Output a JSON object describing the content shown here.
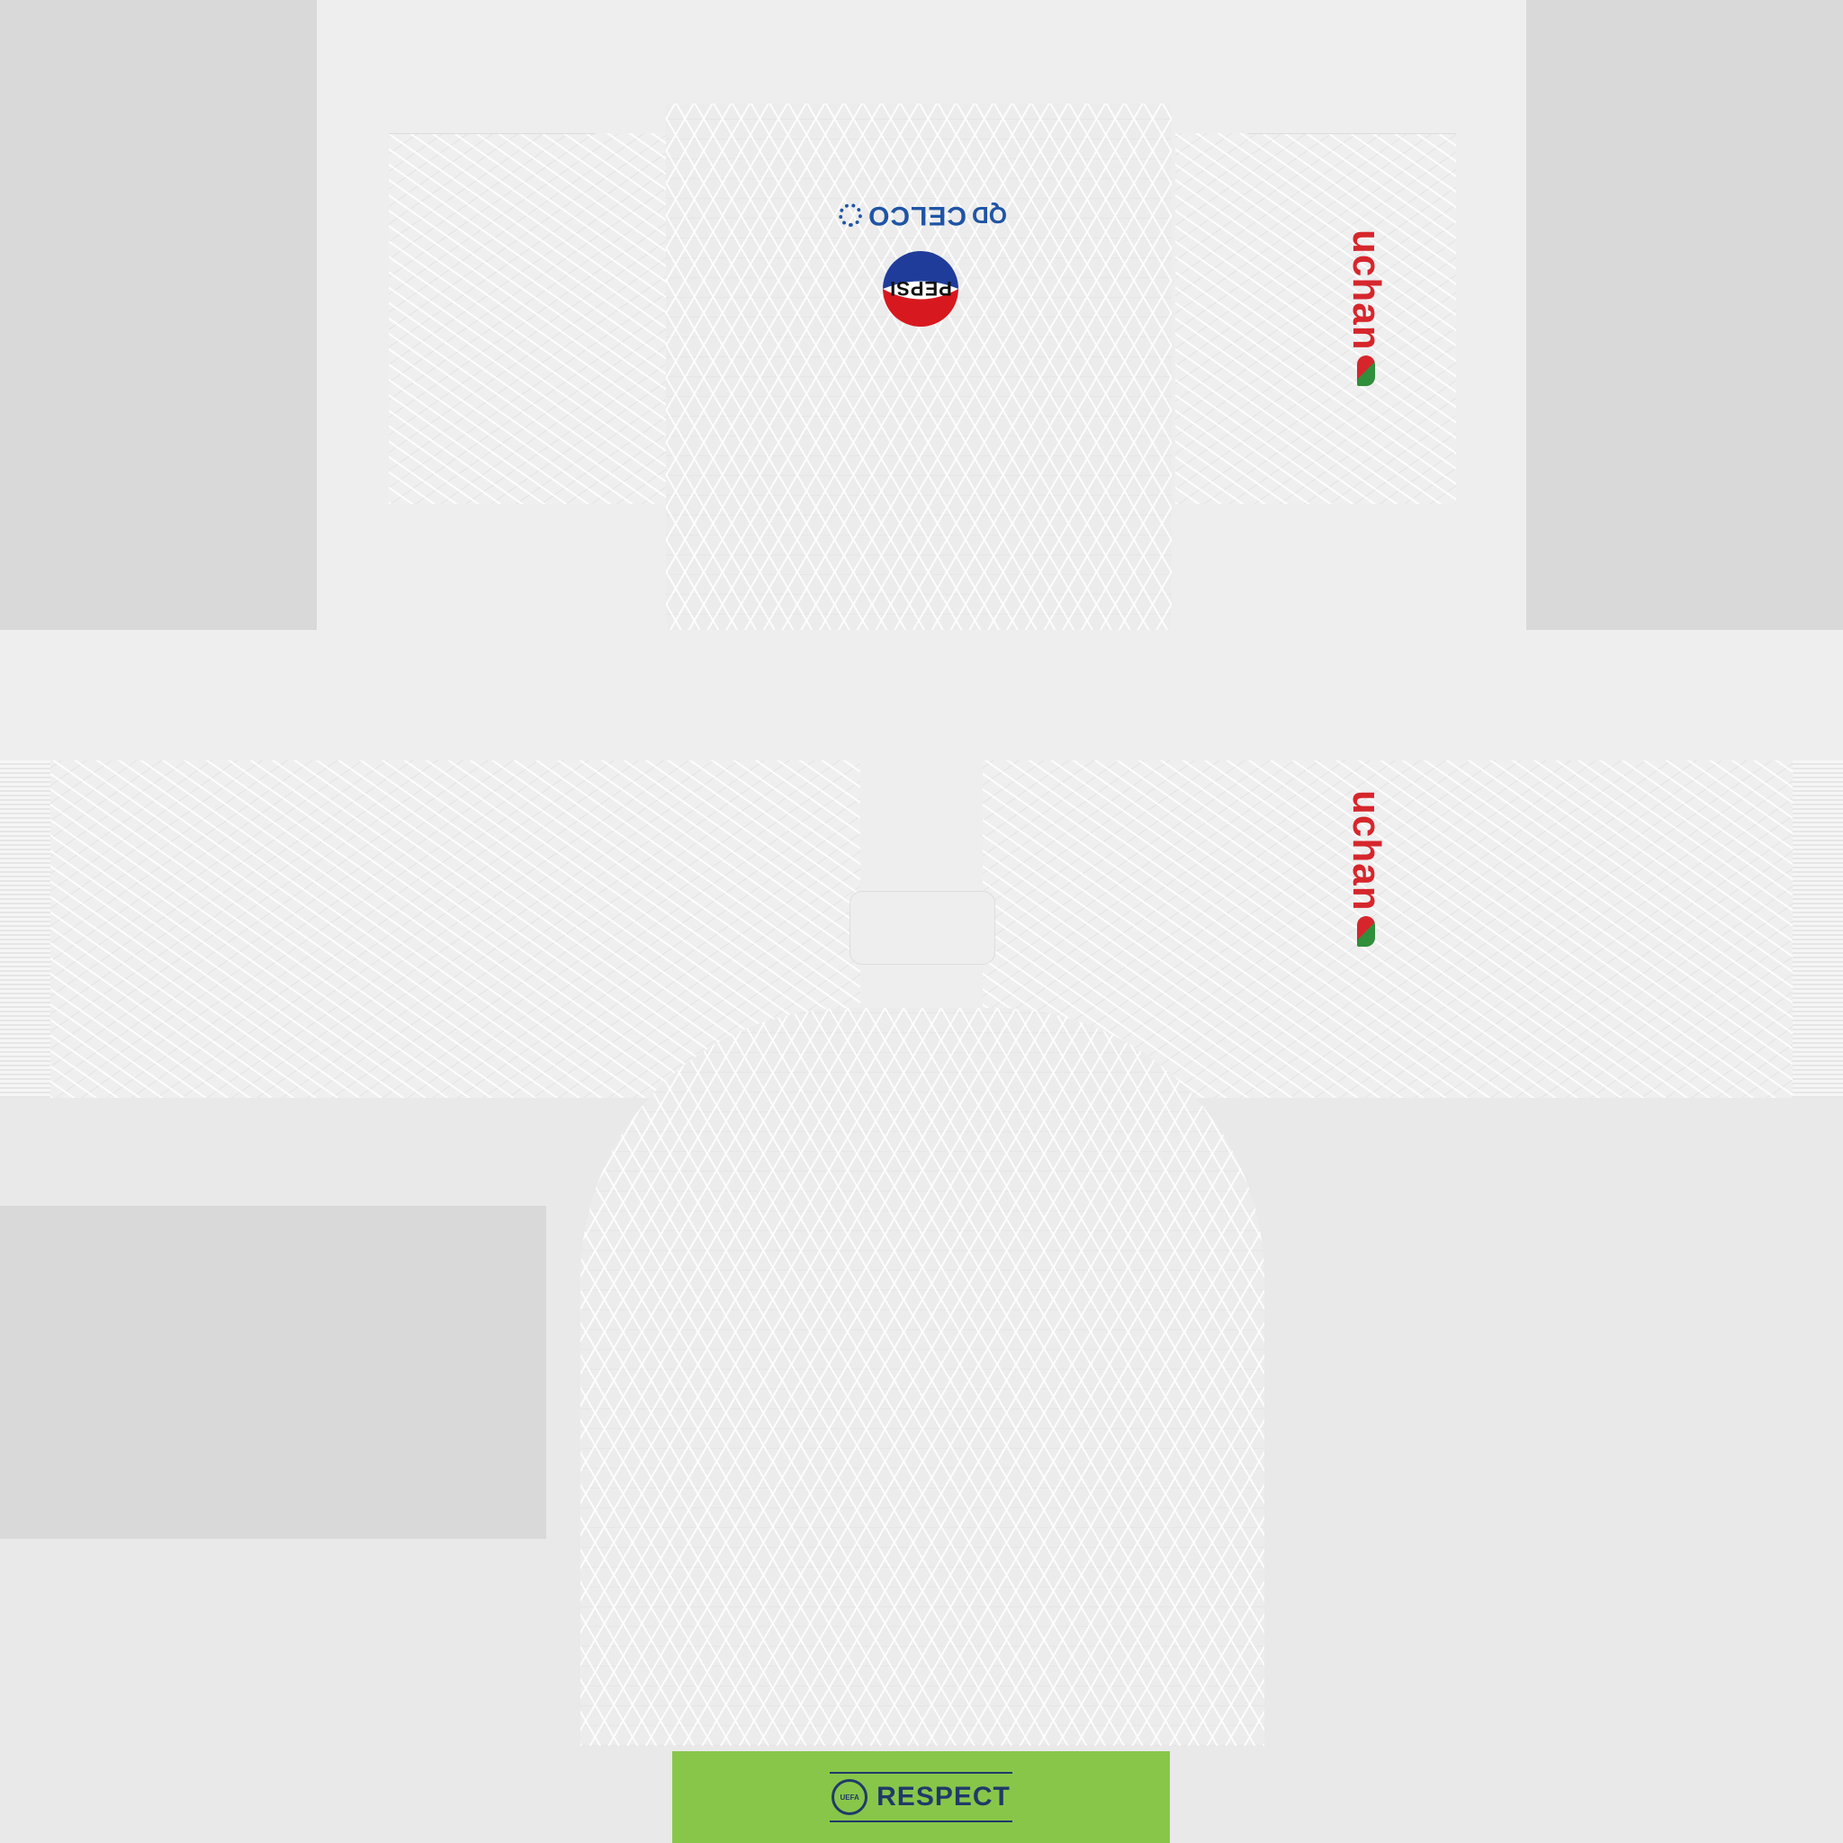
{
  "sponsors": {
    "sleeve_left_top": "uchan",
    "sleeve_right": "uchan",
    "chest_top": "CELCO",
    "chest_top_prefix": "QD",
    "chest_main": "PEPSI"
  },
  "badge": {
    "label": "RESPECT",
    "emblem_label": "UEFA"
  },
  "colors": {
    "kit_base": "#eeeeee",
    "respect_green": "#88c64a",
    "respect_text": "#1f3a68",
    "sponsor_red": "#d6262c",
    "pepsi_blue": "#1f3c9a",
    "pepsi_red": "#d8181f",
    "celco_blue": "#1f54a6"
  },
  "icons": [
    "pepsi-globe-icon",
    "celco-gear-icon",
    "uefa-emblem-icon",
    "leaf-icon"
  ]
}
